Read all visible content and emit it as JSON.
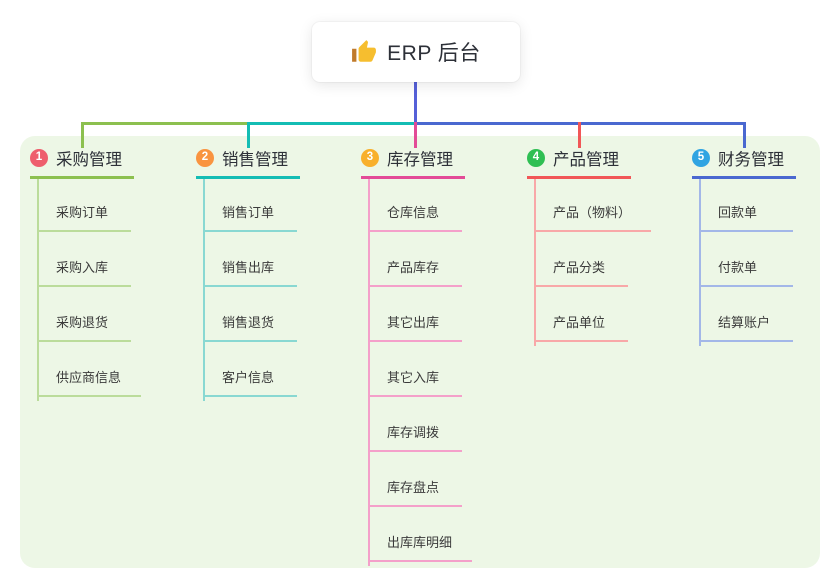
{
  "root": {
    "icon": "thumbs-up-icon",
    "title": "ERP 后台"
  },
  "branches": [
    {
      "number": "1",
      "title": "采购管理",
      "line_color": "#8cc04f",
      "child_line_color": "#bbdc9b",
      "badge_color": "#ee5e6d",
      "children": [
        "采购订单",
        "采购入库",
        "采购退货",
        "供应商信息"
      ]
    },
    {
      "number": "2",
      "title": "销售管理",
      "line_color": "#14bdb4",
      "child_line_color": "#89d8d2",
      "badge_color": "#f99440",
      "children": [
        "销售订单",
        "销售出库",
        "销售退货",
        "客户信息"
      ]
    },
    {
      "number": "3",
      "title": "库存管理",
      "line_color": "#e34b97",
      "child_line_color": "#f4a0ca",
      "badge_color": "#f8b02c",
      "children": [
        "仓库信息",
        "产品库存",
        "其它出库",
        "其它入库",
        "库存调拨",
        "库存盘点",
        "出库库明细"
      ]
    },
    {
      "number": "4",
      "title": "产品管理",
      "line_color": "#f15757",
      "child_line_color": "#f8a8a8",
      "badge_color": "#2fbf53",
      "children": [
        "产品（物料）",
        "产品分类",
        "产品单位"
      ]
    },
    {
      "number": "5",
      "title": "财务管理",
      "line_color": "#4a68d0",
      "child_line_color": "#a3b7e8",
      "badge_color": "#30a4e2",
      "children": [
        "回款单",
        "付款单",
        "结算账户"
      ]
    }
  ],
  "colors": {
    "panel_bg": "#edf7e6",
    "root_line": "#5560d8",
    "card_bg": "#ffffff",
    "title_text": "#2d3038",
    "child_text": "#3b3b3b",
    "icon_hand": "#f6be2f",
    "icon_cuff": "#c07a2b"
  }
}
